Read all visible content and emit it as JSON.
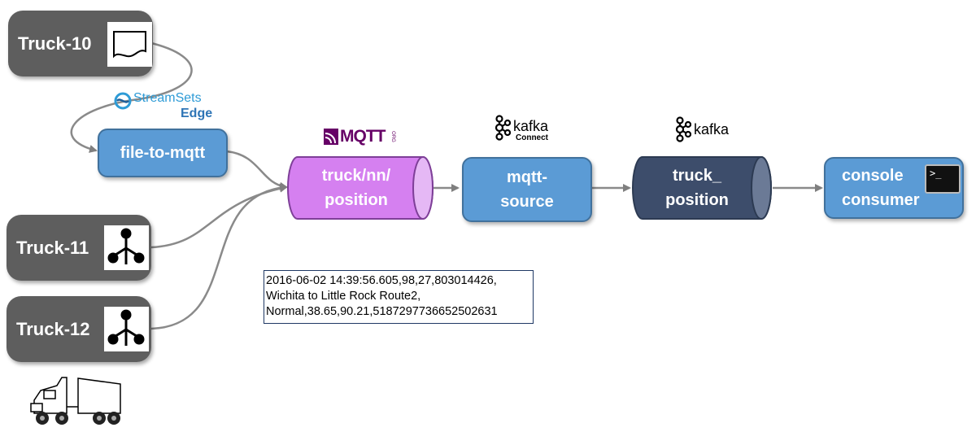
{
  "sources": [
    {
      "label": "Truck-10",
      "icon": "file-icon"
    },
    {
      "label": "Truck-11",
      "icon": "hierarchy-icon"
    },
    {
      "label": "Truck-12",
      "icon": "hierarchy-icon"
    }
  ],
  "streamsets": {
    "brand": "StreamSets",
    "product": "Edge"
  },
  "edge_pipeline": {
    "label": "file-to-mqtt"
  },
  "mqtt": {
    "logo": "MQTT",
    "logo_small": "ORG",
    "topic_line1": "truck/nn/",
    "topic_line2": "position"
  },
  "kafka_connect": {
    "logo": "kafka",
    "sub": "Connect",
    "connector_line1": "mqtt-",
    "connector_line2": "source"
  },
  "kafka": {
    "logo": "kafka",
    "topic_line1": "truck_",
    "topic_line2": "position"
  },
  "consumer": {
    "line1": "console",
    "line2": "consumer",
    "icon": "terminal-icon",
    "prompt": ">_"
  },
  "sample_message": {
    "lines": [
      "2016-06-02 14:39:56.605,98,27,803014426,",
      "Wichita to Little Rock Route2,",
      "Normal,38.65,90.21,5187297736652502631"
    ]
  },
  "colors": {
    "truck_box": "#5e5e5e",
    "blue_box": "#5b9bd5",
    "mqtt_topic": "#d580f0",
    "kafka_topic": "#3d4d6b",
    "arrow": "#7f7f7f",
    "streamsets_blue": "#2e75b6"
  }
}
